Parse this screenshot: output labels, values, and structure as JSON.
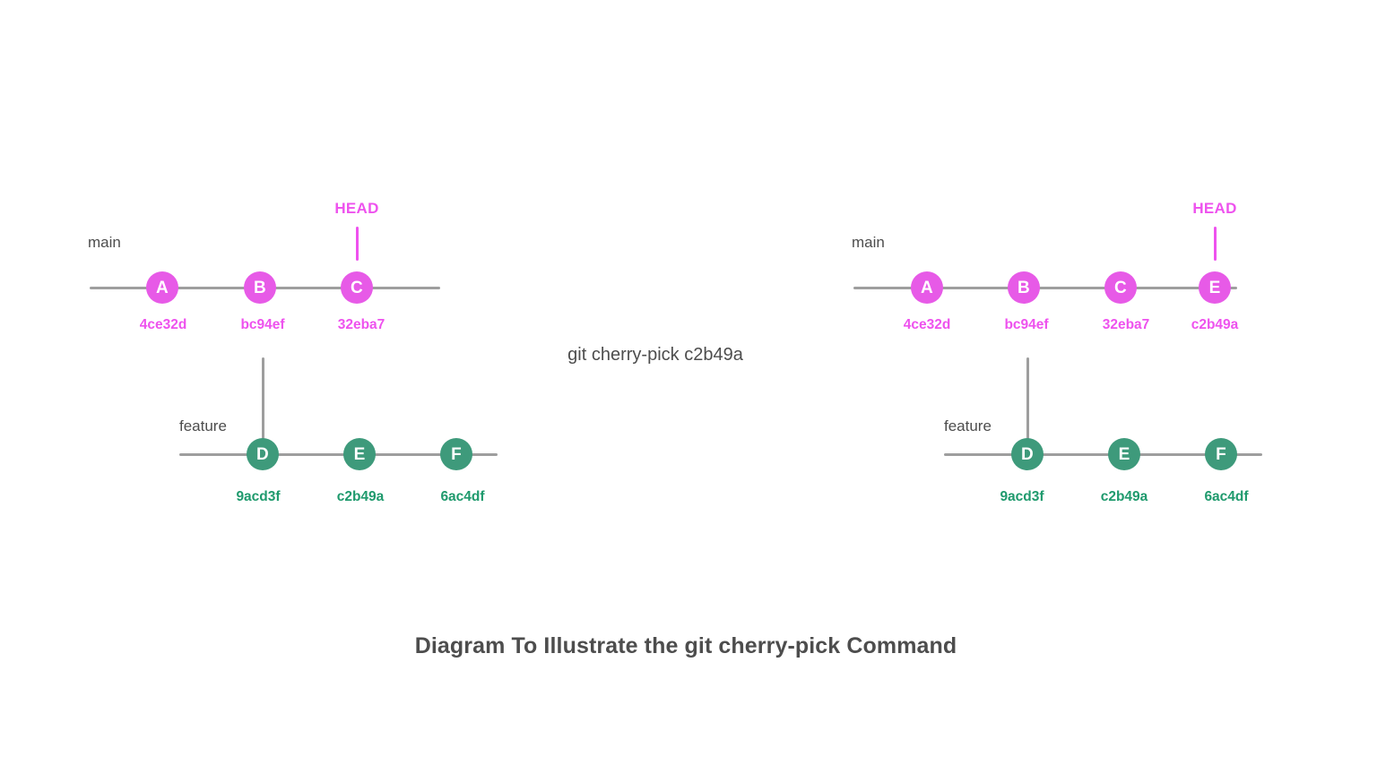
{
  "caption": "Diagram To Illustrate the git cherry-pick Command",
  "command": "git cherry-pick c2b49a",
  "colors": {
    "main_node": "#e75ae7",
    "main_text": "#ee52ee",
    "feature_node": "#3e9a7b",
    "feature_text": "#1f9a6d",
    "line": "#9e9e9e",
    "label": "#4d4d4d",
    "background": "#ffffff"
  },
  "before": {
    "main": {
      "branch_label": "main",
      "head_label": "HEAD",
      "commits": [
        {
          "letter": "A",
          "hash": "4ce32d"
        },
        {
          "letter": "B",
          "hash": "bc94ef"
        },
        {
          "letter": "C",
          "hash": "32eba7"
        }
      ]
    },
    "feature": {
      "branch_label": "feature",
      "commits": [
        {
          "letter": "D",
          "hash": "9acd3f"
        },
        {
          "letter": "E",
          "hash": "c2b49a"
        },
        {
          "letter": "F",
          "hash": "6ac4df"
        }
      ]
    }
  },
  "after": {
    "main": {
      "branch_label": "main",
      "head_label": "HEAD",
      "commits": [
        {
          "letter": "A",
          "hash": "4ce32d"
        },
        {
          "letter": "B",
          "hash": "bc94ef"
        },
        {
          "letter": "C",
          "hash": "32eba7"
        },
        {
          "letter": "E",
          "hash": "c2b49a"
        }
      ]
    },
    "feature": {
      "branch_label": "feature",
      "commits": [
        {
          "letter": "D",
          "hash": "9acd3f"
        },
        {
          "letter": "E",
          "hash": "c2b49a"
        },
        {
          "letter": "F",
          "hash": "6ac4df"
        }
      ]
    }
  }
}
